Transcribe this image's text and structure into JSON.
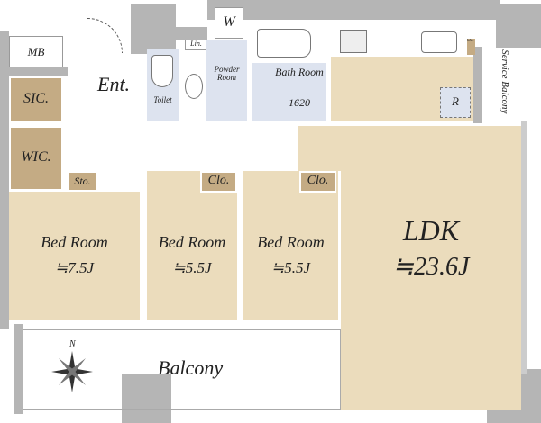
{
  "rooms": {
    "mb": "MB",
    "sic": "SIC.",
    "wic": "WIC.",
    "sto": "Sto.",
    "ent": "Ent.",
    "toilet": "Toilet",
    "lin": "Lin.",
    "w": "W",
    "powder": "Powder Room",
    "bath": "Bath Room",
    "bath_size": "1620",
    "r": "R",
    "kitchen_sto": "Sto.",
    "service_balcony": "Service Balcony",
    "clo1": "Clo.",
    "clo2": "Clo.",
    "bed1": "Bed Room",
    "bed1_size": "≒7.5J",
    "bed2": "Bed Room",
    "bed2_size": "≒5.5J",
    "bed3": "Bed Room",
    "bed3_size": "≒5.5J",
    "ldk": "LDK",
    "ldk_size": "≒23.6J",
    "balcony": "Balcony"
  },
  "compass": {
    "north": "N"
  }
}
